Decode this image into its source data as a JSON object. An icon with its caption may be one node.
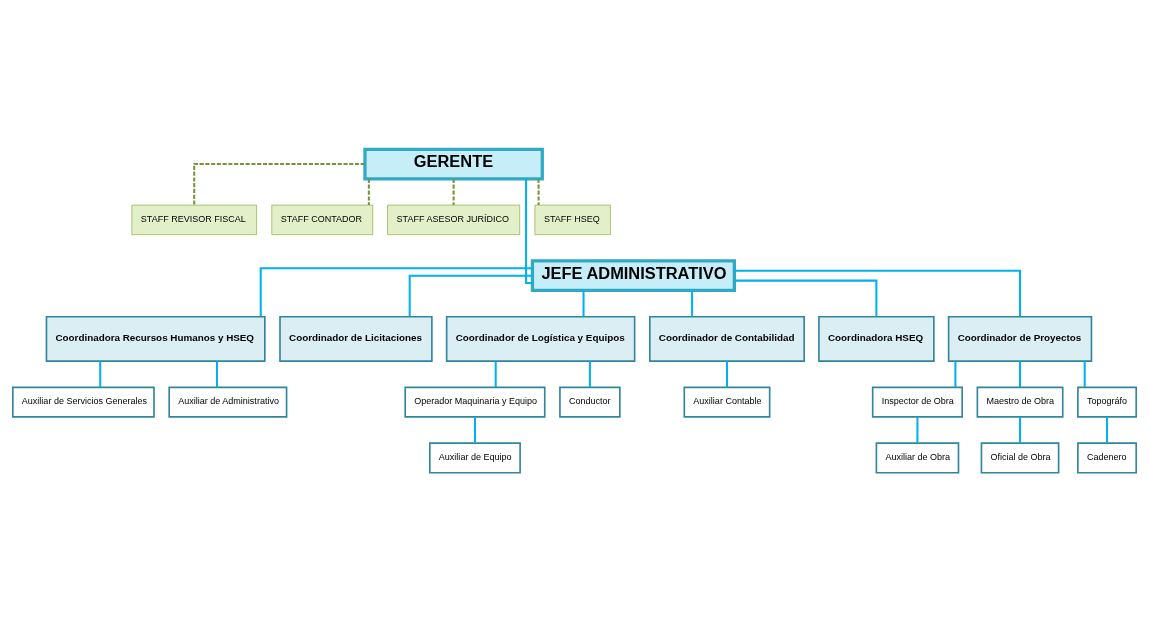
{
  "diagram": {
    "nodes": [
      {
        "text": [
          "GERENTE"
        ]
      },
      {
        "text": [
          "STAFF REVISOR FISCAL"
        ]
      },
      {
        "text": [
          "STAFF CONTADOR"
        ]
      },
      {
        "text": [
          "STAFF ASESOR JURÍDICO"
        ]
      },
      {
        "text": [
          "STAFF HSEQ"
        ]
      },
      {
        "text": [
          "JEFE ADMINISTRATIVO"
        ]
      },
      {
        "text": [
          "Coordinadora Recursos Humanos y HSEQ"
        ]
      },
      {
        "text": [
          "Coordinador de Licitaciones"
        ]
      },
      {
        "text": [
          "Coordinador de Logística y Equipos"
        ]
      },
      {
        "text": [
          "Coordinador de Contabilidad"
        ]
      },
      {
        "text": [
          "Coordinadora HSEQ"
        ]
      },
      {
        "text": [
          "Coordinador de Proyectos"
        ]
      },
      {
        "text": [
          "Auxiliar de Servicios Generales"
        ]
      },
      {
        "text": [
          "Auxiliar de Administrativo"
        ]
      },
      {
        "text": [
          "Operador Maquinaria y Equipo"
        ]
      },
      {
        "text": [
          "Conductor"
        ]
      },
      {
        "text": [
          "Auxiliar de Equipo"
        ]
      },
      {
        "text": [
          "Auxiliar Contable"
        ]
      },
      {
        "text": [
          "Inspector de Obra"
        ]
      },
      {
        "text": [
          "Maestro de Obra"
        ]
      },
      {
        "text": [
          "Topográfo"
        ]
      },
      {
        "text": [
          "Auxiliar de Obra"
        ]
      },
      {
        "text": [
          "Oficial de Obra"
        ]
      },
      {
        "text": [
          "Cadenero"
        ]
      }
    ],
    "edges": [
      {
        "from": 0,
        "to": 5,
        "arrow": "none"
      },
      {
        "from": 0,
        "to": 1,
        "arrow": "none",
        "style": "dashed",
        "color": "#77933c"
      },
      {
        "from": 0,
        "to": 2,
        "arrow": "none",
        "style": "dashed",
        "color": "#77933c"
      },
      {
        "from": 0,
        "to": 3,
        "arrow": "none",
        "style": "dashed",
        "color": "#77933c"
      },
      {
        "from": 0,
        "to": 4,
        "arrow": "none",
        "style": "dashed",
        "color": "#77933c"
      },
      {
        "from": 5,
        "to": 6,
        "arrow": "none"
      },
      {
        "from": 5,
        "to": 7,
        "arrow": "none"
      },
      {
        "from": 5,
        "to": 8,
        "arrow": "none"
      },
      {
        "from": 5,
        "to": 9,
        "arrow": "none"
      },
      {
        "from": 5,
        "to": 10,
        "arrow": "none"
      },
      {
        "from": 5,
        "to": 11,
        "arrow": "none"
      },
      {
        "from": 6,
        "to": 12,
        "arrow": "none"
      },
      {
        "from": 6,
        "to": 13,
        "arrow": "none"
      },
      {
        "from": 8,
        "to": 14,
        "arrow": "none"
      },
      {
        "from": 8,
        "to": 15,
        "arrow": "none"
      },
      {
        "from": 14,
        "to": 16,
        "arrow": "none"
      },
      {
        "from": 9,
        "to": 17,
        "arrow": "none"
      },
      {
        "from": 11,
        "to": 18,
        "arrow": "none"
      },
      {
        "from": 11,
        "to": 19,
        "arrow": "none"
      },
      {
        "from": 11,
        "to": 20,
        "arrow": "none"
      },
      {
        "from": 18,
        "to": 21,
        "arrow": "none"
      },
      {
        "from": 19,
        "to": 22,
        "arrow": "none"
      },
      {
        "from": 20,
        "to": 23,
        "arrow": "none"
      }
    ]
  }
}
